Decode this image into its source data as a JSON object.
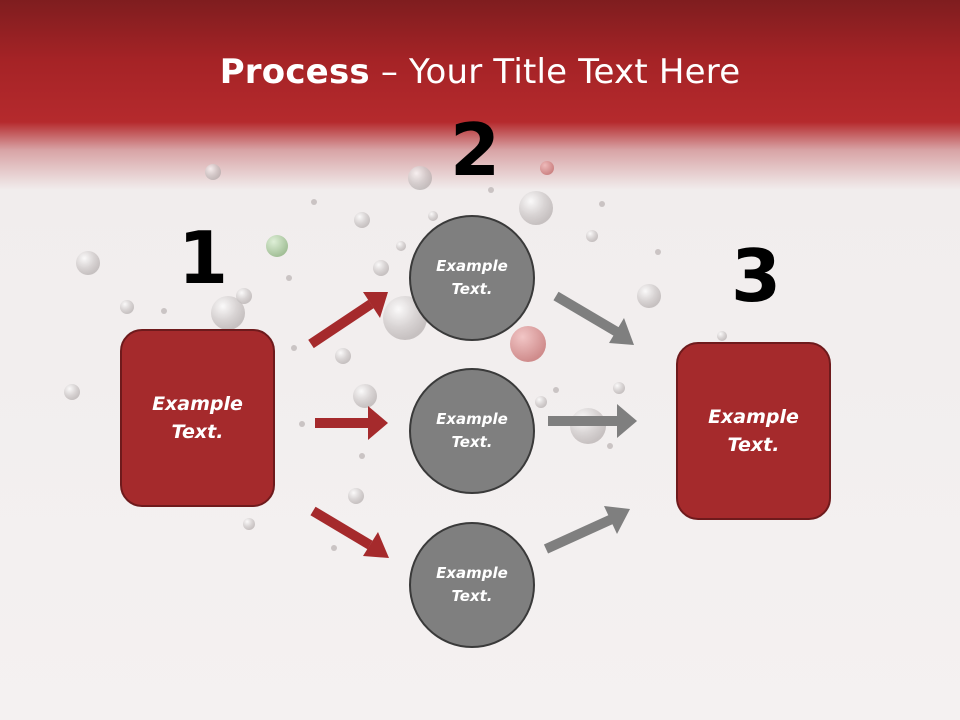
{
  "title": {
    "bold": "Process",
    "rest": " – Your Title Text Here"
  },
  "steps": [
    {
      "number": "1",
      "text": "Example\nText."
    },
    {
      "number": "2",
      "items": [
        "Example\nText.",
        "Example\nText.",
        "Example\nText."
      ]
    },
    {
      "number": "3",
      "text": "Example\nText."
    }
  ],
  "colors": {
    "accent_red": "#a52a2c",
    "circle_gray": "#7f7f7f",
    "arrow_red": "#a52a2c",
    "arrow_gray": "#7f7f7f"
  }
}
